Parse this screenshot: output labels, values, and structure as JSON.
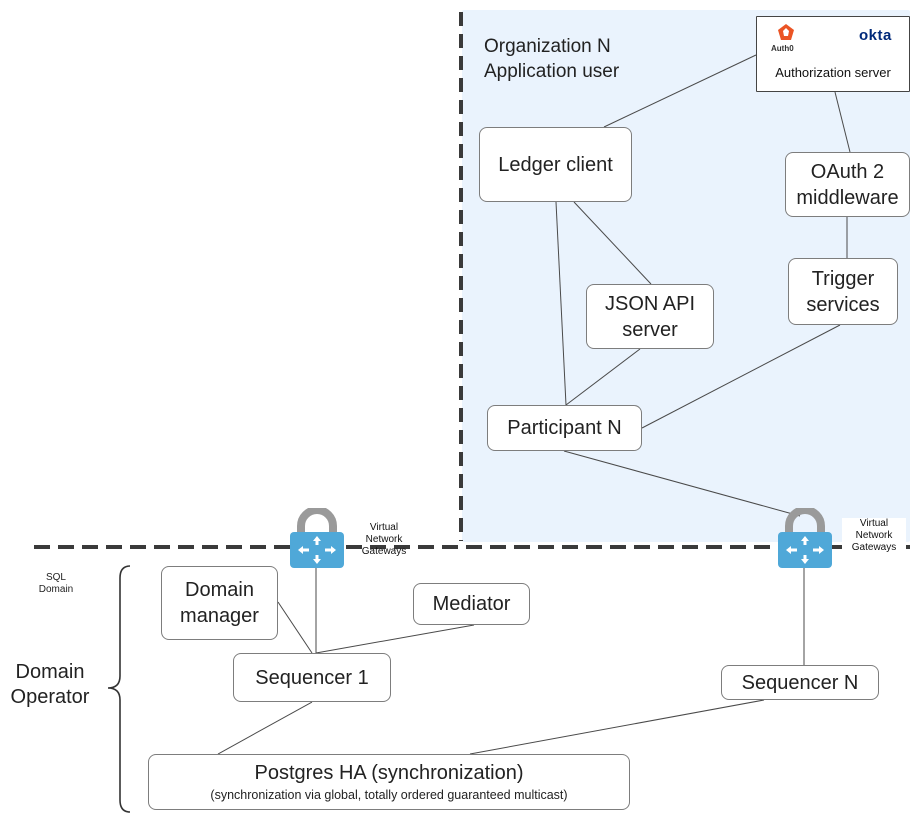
{
  "organization": {
    "title": "Organization N\nApplication user",
    "region_color": "#eaf3fd"
  },
  "authorization_server": {
    "label": "Authorization server",
    "logos": [
      {
        "icon": "auth0-logo-icon",
        "text": "Auth0",
        "color": "#eb5424"
      },
      {
        "icon": "okta-logo-icon",
        "text": "okta",
        "color": "#00297a"
      }
    ]
  },
  "nodes": {
    "ledger_client": "Ledger client",
    "oauth_middleware": "OAuth 2\nmiddleware",
    "trigger_services": "Trigger\nservices",
    "json_api": "JSON API\nserver",
    "participant": "Participant N",
    "domain_manager": "Domain\nmanager",
    "mediator": "Mediator",
    "sequencer_1": "Sequencer 1",
    "sequencer_n": "Sequencer N",
    "postgres_title": "Postgres HA (synchronization)",
    "postgres_subtitle": "(synchronization via global, totally ordered guaranteed multicast)"
  },
  "gateways": [
    {
      "icon": "vpn-gateway-lock-icon",
      "label": "Virtual\nNetwork\nGateways"
    },
    {
      "icon": "vpn-gateway-lock-icon",
      "label": "Virtual\nNetwork\nGateways"
    }
  ],
  "domain": {
    "sql_label": "SQL\nDomain",
    "operator_label": "Domain\nOperator"
  },
  "colors": {
    "gateway_blue": "#4fa8d8",
    "lock_gray": "#9a9a9a",
    "dash": "#3a3a3a"
  }
}
